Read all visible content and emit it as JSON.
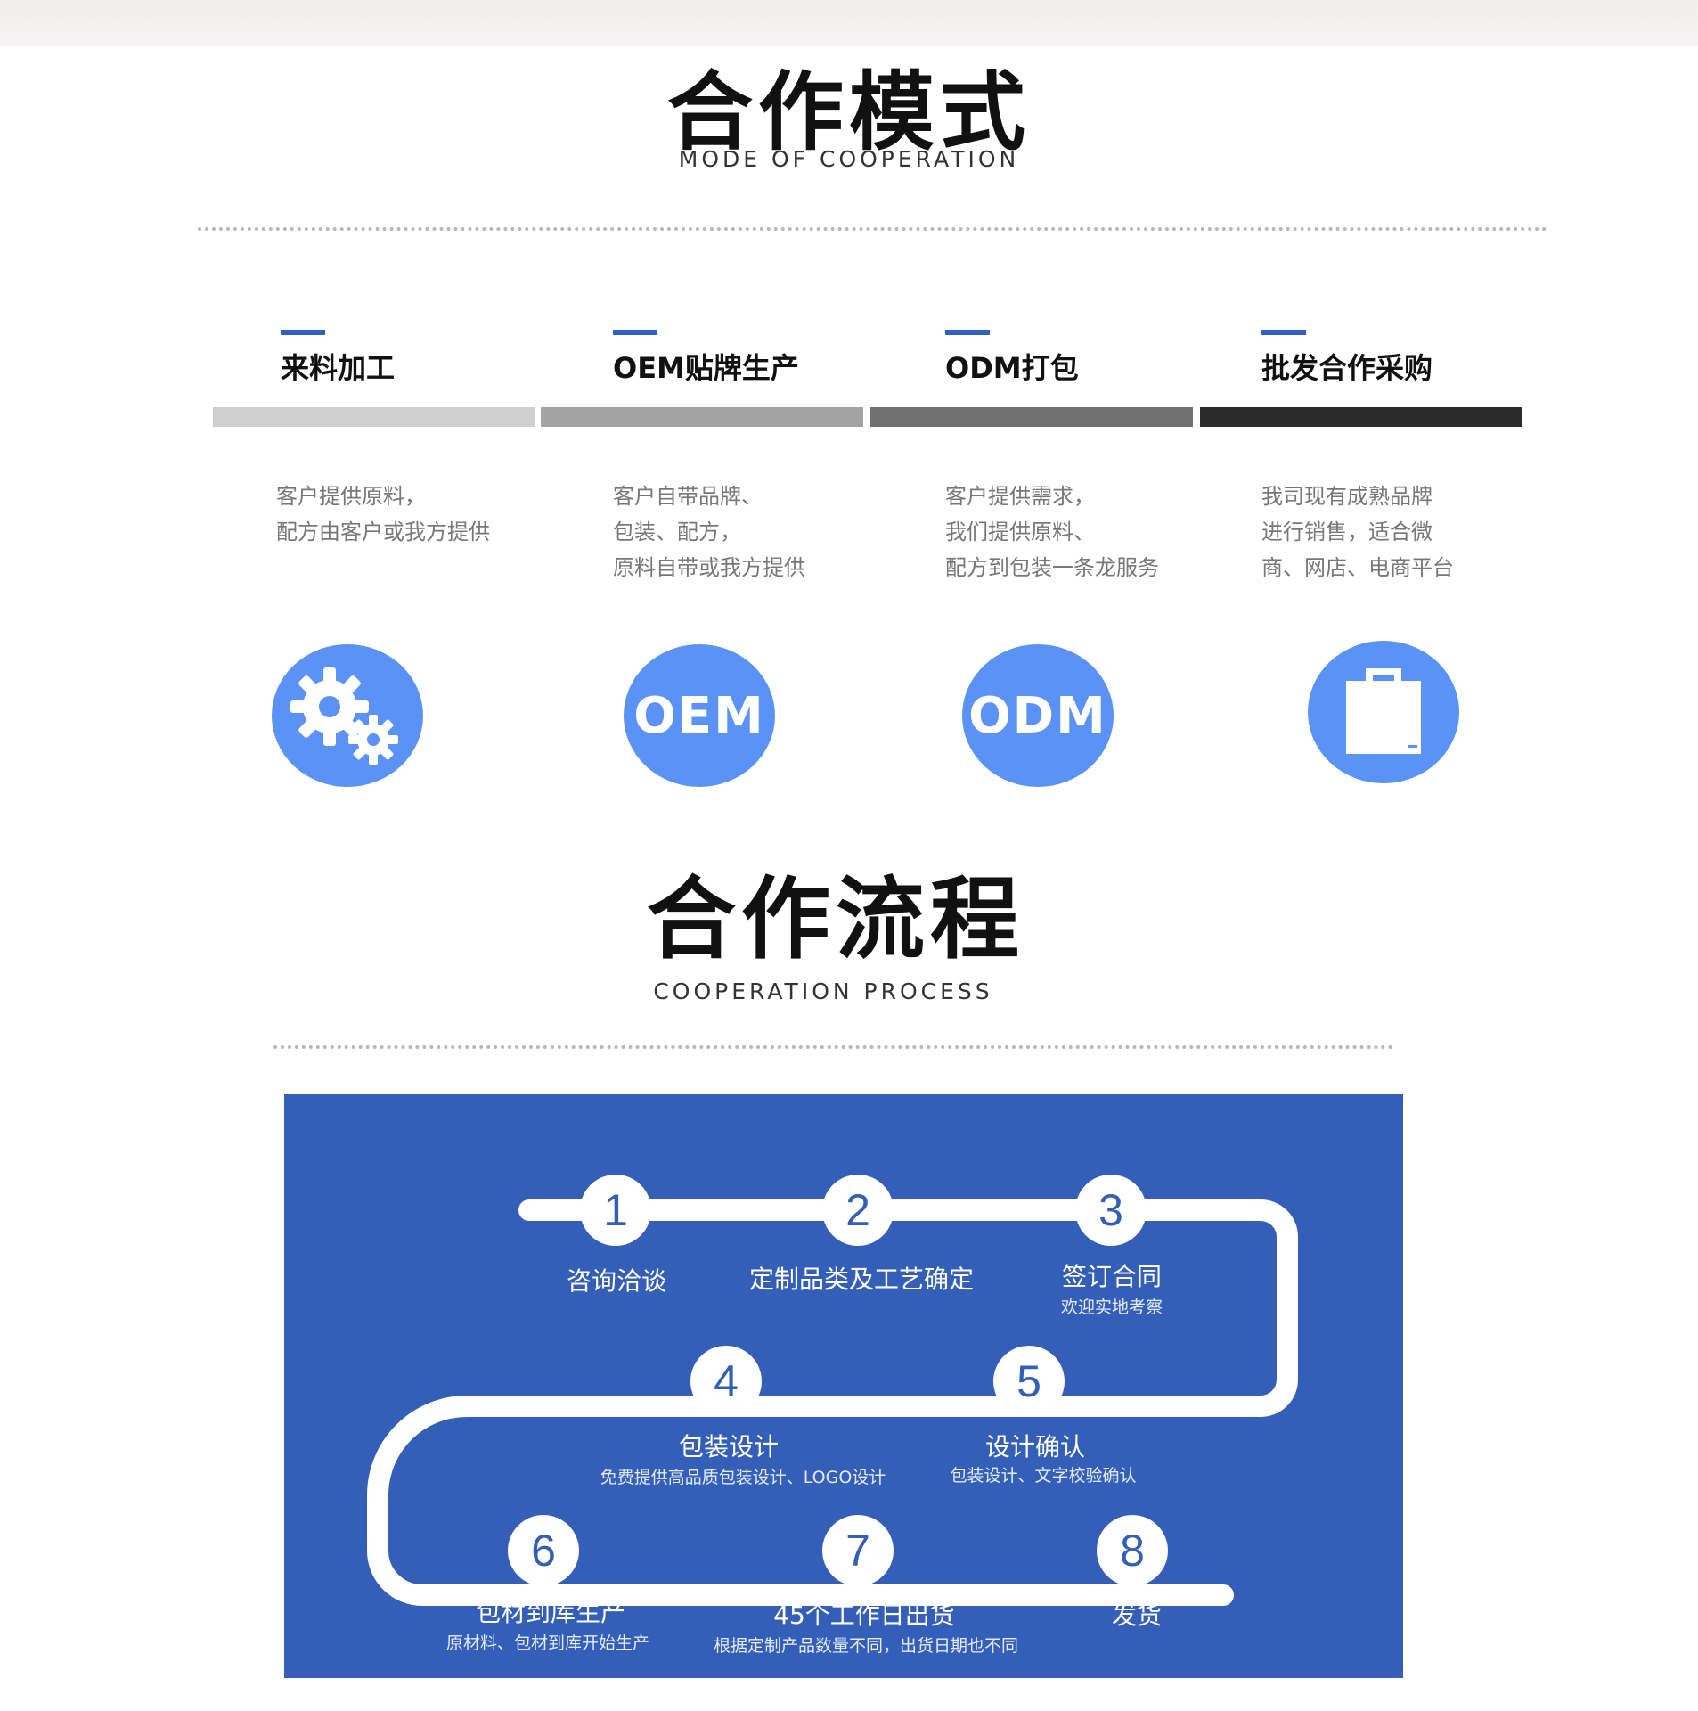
{
  "modes_section": {
    "title": "合作模式",
    "subtitle": "MODE OF COOPERATION"
  },
  "modes": [
    {
      "name": "来料加工",
      "bar_color": "#cfcfcf",
      "desc": [
        "客户提供原料，",
        "配方由客户或我方提供"
      ],
      "icon": "gears-icon",
      "icon_text": ""
    },
    {
      "name": "OEM贴牌生产",
      "bar_color": "#a3a3a3",
      "desc": [
        "客户自带品牌、",
        "包装、配方，",
        "原料自带或我方提供"
      ],
      "icon": "oem-icon",
      "icon_text": "OEM"
    },
    {
      "name": "ODM打包",
      "bar_color": "#717171",
      "desc": [
        "客户提供需求，",
        "我们提供原料、",
        "配方到包装一条龙服务"
      ],
      "icon": "odm-icon",
      "icon_text": "ODM"
    },
    {
      "name": "批发合作采购",
      "bar_color": "#2b2b2b",
      "desc": [
        "我司现有成熟品牌",
        "进行销售，适合微",
        "商、网店、电商平台"
      ],
      "icon": "shopping-bag-icon",
      "icon_text": ""
    }
  ],
  "accent_color": "#2f5fc7",
  "icon_color": "#5b92f5",
  "process_section": {
    "title": "合作流程",
    "subtitle": "COOPERATION PROCESS",
    "panel_color": "#345fb9"
  },
  "steps": [
    {
      "number": "1",
      "label": "咨询洽谈",
      "sub": ""
    },
    {
      "number": "2",
      "label": "定制品类及工艺确定",
      "sub": ""
    },
    {
      "number": "3",
      "label": "签订合同",
      "sub": "欢迎实地考察"
    },
    {
      "number": "4",
      "label": "包装设计",
      "sub": "免费提供高品质包装设计、LOGO设计"
    },
    {
      "number": "5",
      "label": "设计确认",
      "sub": "包装设计、文字校验确认"
    },
    {
      "number": "6",
      "label": "包材到库生产",
      "sub": "原材料、包材到库开始生产"
    },
    {
      "number": "7",
      "label": "45个工作日出货",
      "sub": "根据定制产品数量不同，出货日期也不同"
    },
    {
      "number": "8",
      "label": "发货",
      "sub": ""
    }
  ]
}
